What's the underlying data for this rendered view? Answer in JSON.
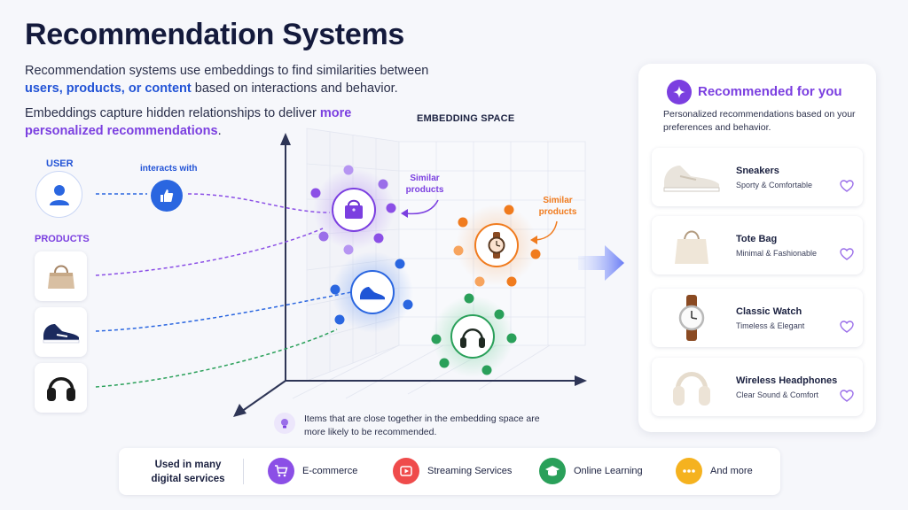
{
  "header": {
    "title": "Recommendation Systems",
    "para1_a": "Recommendation systems use embeddings to find similarities between ",
    "para1_highlight": "users, products, or content",
    "para1_b": " based on interactions and behavior.",
    "para2_a": "Embeddings capture hidden relationships to deliver ",
    "para2_highlight": "more personalized recommendations",
    "para2_b": "."
  },
  "left": {
    "user_label": "USER",
    "interacts_label": "interacts with",
    "products_label": "PRODUCTS",
    "products": [
      "handbag-icon",
      "sneaker-icon",
      "headphones-icon"
    ]
  },
  "embedding": {
    "title": "EMBEDDING SPACE",
    "similar_purple": "Similar products",
    "similar_orange": "Similar products",
    "note": "Items that are close together in the embedding space are more likely to be recommended."
  },
  "panel": {
    "title": "Recommended for you",
    "description": "Personalized recommendations based on your preferences and behavior.",
    "items": [
      {
        "name": "Sneakers",
        "sub": "Sporty & Comfortable",
        "icon": "sneaker-icon"
      },
      {
        "name": "Tote Bag",
        "sub": "Minimal & Fashionable",
        "icon": "tote-bag-icon"
      },
      {
        "name": "Classic Watch",
        "sub": "Timeless & Elegant",
        "icon": "watch-icon"
      },
      {
        "name": "Wireless Headphones",
        "sub": "Clear Sound & Comfort",
        "icon": "headphones-icon"
      }
    ]
  },
  "footer": {
    "used_in": "Used in many digital services",
    "services": [
      {
        "label": "E-commerce",
        "icon": "cart-icon",
        "color": "#8b4fe6"
      },
      {
        "label": "Streaming Services",
        "icon": "play-icon",
        "color": "#ef4b4b"
      },
      {
        "label": "Online Learning",
        "icon": "graduation-cap-icon",
        "color": "#2aa05a"
      },
      {
        "label": "And more",
        "icon": "more-icon",
        "color": "#f5b21f"
      }
    ]
  },
  "colors": {
    "blue": "#2253d6",
    "purple": "#7b3fe0",
    "orange": "#f07b1e",
    "green": "#2aa05a"
  }
}
